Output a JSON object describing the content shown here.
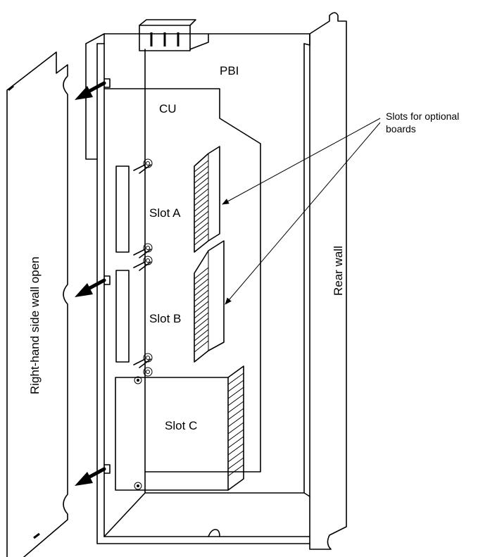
{
  "labels": {
    "pbi": "PBI",
    "cu": "CU",
    "slots_note_line1": "Slots for optional",
    "slots_note_line2": "boards",
    "slot_a": "Slot A",
    "slot_b": "Slot B",
    "slot_c": "Slot C",
    "rear_wall": "Rear wall",
    "side_wall": "Right-hand side wall open"
  }
}
